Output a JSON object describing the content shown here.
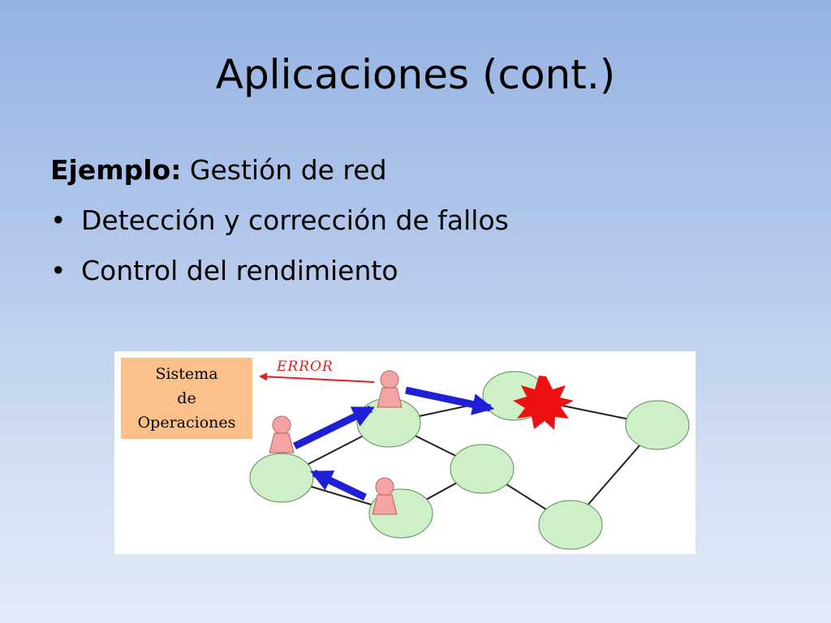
{
  "slide": {
    "title": "Aplicaciones (cont.)",
    "example_label": "Ejemplo:",
    "example_text": " Gestión de red",
    "bullet_char": "•",
    "bullets": [
      "Detección y corrección de fallos",
      "Control del rendimiento"
    ]
  },
  "diagram": {
    "ops_box_lines": [
      "Sistema",
      "de",
      "Operaciones"
    ],
    "error_label": "ERROR",
    "colors": {
      "node_fill": "#cfefc9",
      "node_stroke": "#5a8a5a",
      "agent": "#f4a4a4",
      "arrow": "#1f1fd8",
      "error_arrow": "#e02020",
      "burst": "#ee1010",
      "ops_box": "#fbc089"
    }
  }
}
